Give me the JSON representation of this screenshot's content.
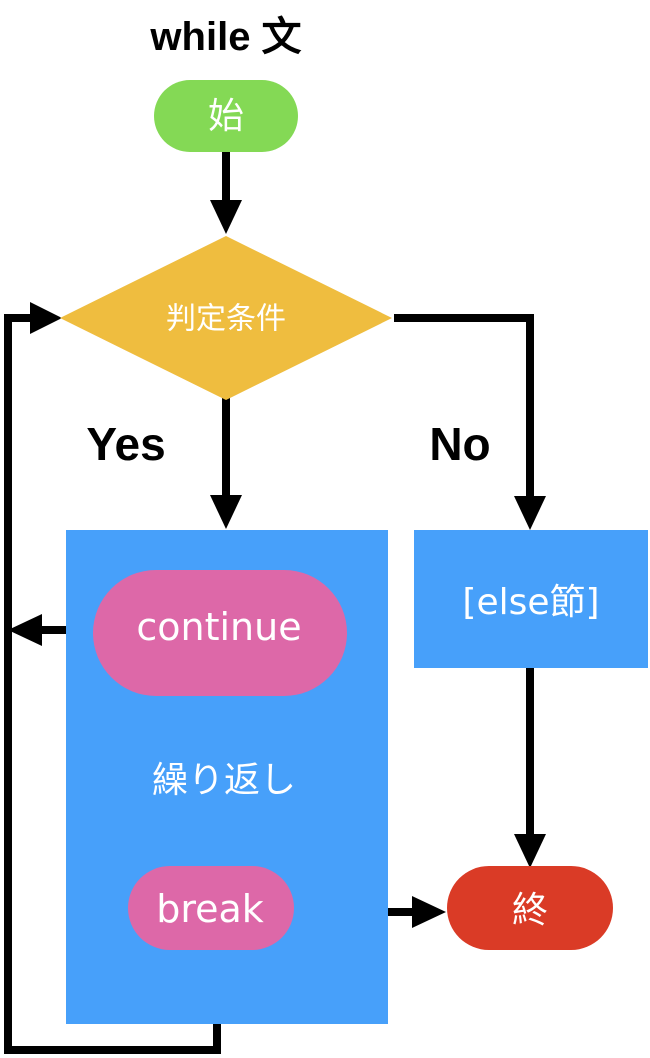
{
  "title": "while 文",
  "nodes": {
    "start": "始",
    "condition": "判定条件",
    "loop_body": "繰り返し",
    "continue": "continue",
    "break": "break",
    "else_clause": "[else節]",
    "end": "終"
  },
  "branches": {
    "yes": "Yes",
    "no": "No"
  },
  "colors": {
    "start": "#84d955",
    "condition": "#efbd3f",
    "block": "#47a0fa",
    "pill": "#dd68a8",
    "end": "#da3b26",
    "line": "#000000"
  }
}
